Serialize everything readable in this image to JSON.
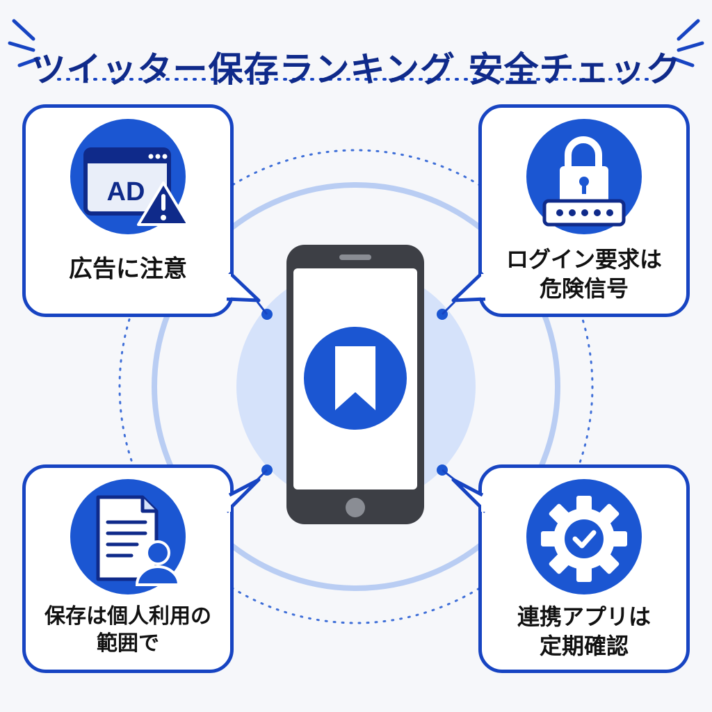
{
  "title": "ツイッター保存ランキング 安全チェック",
  "colors": {
    "accent": "#1b56d2",
    "border": "#1744c2",
    "title": "#0f2a8a"
  },
  "cards": {
    "ad": {
      "label": "広告に注意",
      "icon": "ad-warning-icon",
      "ad_text": "AD"
    },
    "login": {
      "line1": "ログイン要求は",
      "line2": "危険信号",
      "icon": "lock-password-icon"
    },
    "personal": {
      "line1": "保存は個人利用の",
      "line2": "範囲で",
      "icon": "document-user-icon"
    },
    "apps": {
      "line1": "連携アプリは",
      "line2": "定期確認",
      "icon": "gear-check-icon"
    }
  },
  "center": {
    "icon": "smartphone-bookmark-icon"
  }
}
